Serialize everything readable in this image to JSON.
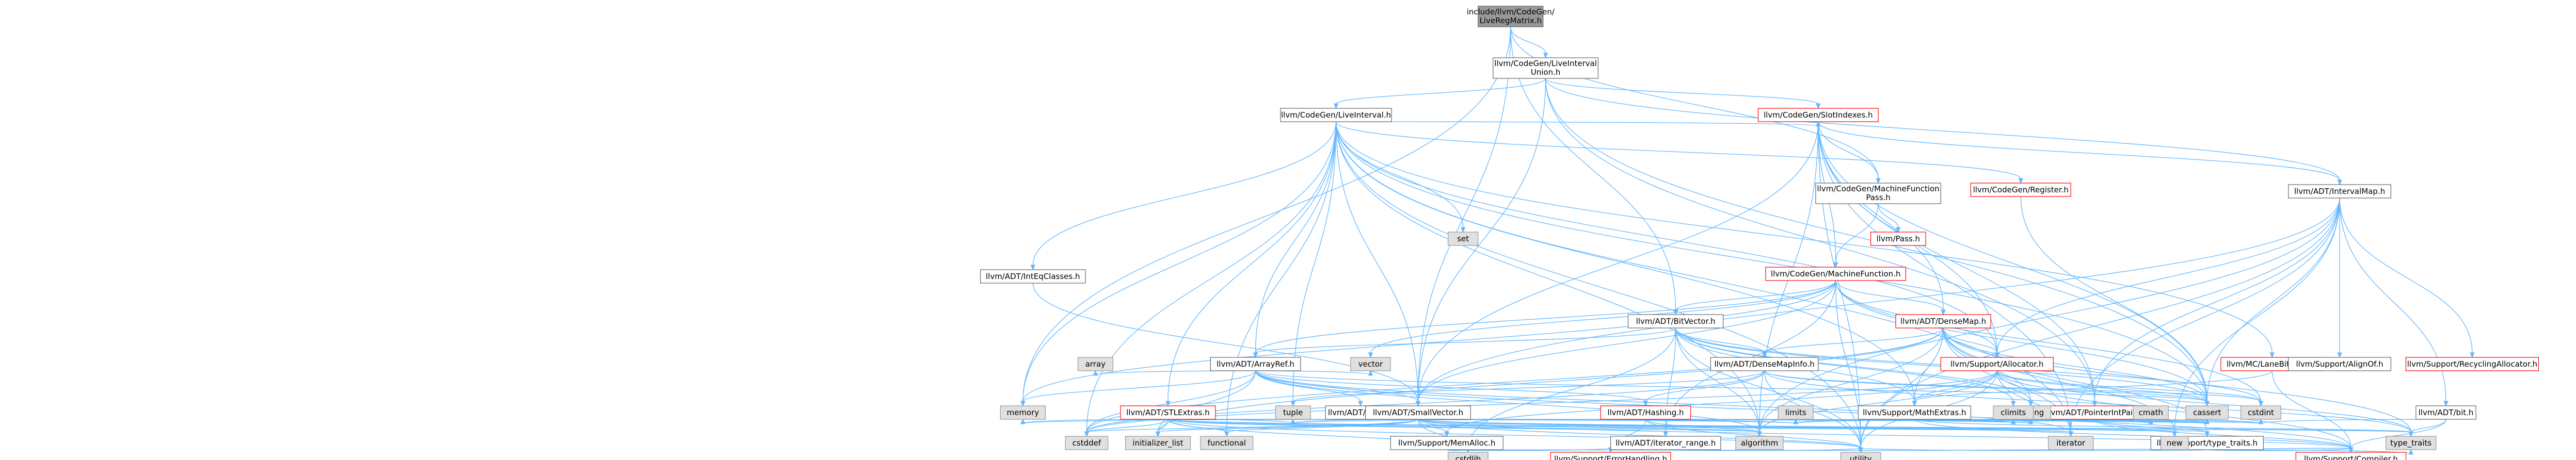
{
  "colors": {
    "root_fill": "#999999",
    "root_stroke": "#666666",
    "doc_fill": "#ffffff",
    "doc_stroke": "#666666",
    "incomplete_stroke": "#ff0000",
    "system_fill": "#e0e0e0",
    "system_stroke": "#999999",
    "edge": "#63b8ff",
    "text": "#000000"
  },
  "graph": {
    "title": "include/llvm/CodeGen/LiveRegMatrix.h dependency graph",
    "nodes": [
      {
        "id": "root",
        "label": [
          "include/llvm/CodeGen/",
          "LiveRegMatrix.h"
        ],
        "kind": "root"
      },
      {
        "id": "liu",
        "label": [
          "llvm/CodeGen/LiveInterval",
          "Union.h"
        ],
        "kind": "doc"
      },
      {
        "id": "li",
        "label": [
          "llvm/CodeGen/LiveInterval.h"
        ],
        "kind": "doc"
      },
      {
        "id": "slot",
        "label": [
          "llvm/CodeGen/SlotIndexes.h"
        ],
        "kind": "incomplete"
      },
      {
        "id": "mff",
        "label": [
          "llvm/CodeGen/MachineFunction",
          "Pass.h"
        ],
        "kind": "doc"
      },
      {
        "id": "reg",
        "label": [
          "llvm/CodeGen/Register.h"
        ],
        "kind": "incomplete"
      },
      {
        "id": "pass",
        "label": [
          "llvm/Pass.h"
        ],
        "kind": "incomplete"
      },
      {
        "id": "mf",
        "label": [
          "llvm/CodeGen/MachineFunction.h"
        ],
        "kind": "incomplete"
      },
      {
        "id": "bitvec",
        "label": [
          "llvm/ADT/BitVector.h"
        ],
        "kind": "doc"
      },
      {
        "id": "densemap",
        "label": [
          "llvm/ADT/DenseMap.h"
        ],
        "kind": "incomplete"
      },
      {
        "id": "intmap",
        "label": [
          "llvm/ADT/IntervalMap.h"
        ],
        "kind": "doc"
      },
      {
        "id": "intq",
        "label": [
          "llvm/ADT/IntEqClasses.h"
        ],
        "kind": "doc"
      },
      {
        "id": "arrayref",
        "label": [
          "llvm/ADT/ArrayRef.h"
        ],
        "kind": "doc"
      },
      {
        "id": "dmi",
        "label": [
          "llvm/ADT/DenseMapInfo.h"
        ],
        "kind": "doc"
      },
      {
        "id": "alloc",
        "label": [
          "llvm/Support/Allocator.h"
        ],
        "kind": "incomplete"
      },
      {
        "id": "lanebm",
        "label": [
          "llvm/MC/LaneBitmask.h"
        ],
        "kind": "incomplete"
      },
      {
        "id": "alignof",
        "label": [
          "llvm/Support/AlignOf.h"
        ],
        "kind": "doc"
      },
      {
        "id": "recyc",
        "label": [
          "llvm/Support/RecyclingAllocator.h"
        ],
        "kind": "incomplete"
      },
      {
        "id": "bitadt",
        "label": [
          "llvm/ADT/bit.h"
        ],
        "kind": "doc"
      },
      {
        "id": "ptrpair",
        "label": [
          "llvm/ADT/PointerIntPair.h"
        ],
        "kind": "incomplete"
      },
      {
        "id": "stlextras",
        "label": [
          "llvm/ADT/STLExtras.h"
        ],
        "kind": "incomplete"
      },
      {
        "id": "none",
        "label": [
          "llvm/ADT/None.h"
        ],
        "kind": "doc"
      },
      {
        "id": "smallvec",
        "label": [
          "llvm/ADT/SmallVector.h"
        ],
        "kind": "doc"
      },
      {
        "id": "hashing",
        "label": [
          "llvm/ADT/Hashing.h"
        ],
        "kind": "incomplete"
      },
      {
        "id": "mathext",
        "label": [
          "llvm/Support/MathExtras.h"
        ],
        "kind": "doc"
      },
      {
        "id": "memalloc",
        "label": [
          "llvm/Support/MemAlloc.h"
        ],
        "kind": "doc"
      },
      {
        "id": "iterrange",
        "label": [
          "llvm/ADT/iterator_range.h"
        ],
        "kind": "doc"
      },
      {
        "id": "typetraits",
        "label": [
          "llvm/Support/type_traits.h"
        ],
        "kind": "doc"
      },
      {
        "id": "errh",
        "label": [
          "llvm/Support/ErrorHandling.h"
        ],
        "kind": "incomplete"
      },
      {
        "id": "compiler",
        "label": [
          "llvm/Support/Compiler.h"
        ],
        "kind": "incomplete"
      },
      {
        "id": "s_set",
        "label": [
          "set"
        ],
        "kind": "system"
      },
      {
        "id": "s_memory",
        "label": [
          "memory"
        ],
        "kind": "system"
      },
      {
        "id": "s_array",
        "label": [
          "array"
        ],
        "kind": "system"
      },
      {
        "id": "s_vector",
        "label": [
          "vector"
        ],
        "kind": "system"
      },
      {
        "id": "s_cstddef",
        "label": [
          "cstddef"
        ],
        "kind": "system"
      },
      {
        "id": "s_initl",
        "label": [
          "initializer_list"
        ],
        "kind": "system"
      },
      {
        "id": "s_functional",
        "label": [
          "functional"
        ],
        "kind": "system"
      },
      {
        "id": "s_tuple",
        "label": [
          "tuple"
        ],
        "kind": "system"
      },
      {
        "id": "s_cstdlib",
        "label": [
          "cstdlib"
        ],
        "kind": "system"
      },
      {
        "id": "s_algorithm",
        "label": [
          "algorithm"
        ],
        "kind": "system"
      },
      {
        "id": "s_string",
        "label": [
          "cstring"
        ],
        "kind": "system"
      },
      {
        "id": "s_limits",
        "label": [
          "limits"
        ],
        "kind": "system"
      },
      {
        "id": "s_iterator",
        "label": [
          "iterator"
        ],
        "kind": "system"
      },
      {
        "id": "s_climits",
        "label": [
          "climits"
        ],
        "kind": "system"
      },
      {
        "id": "s_cmath",
        "label": [
          "cmath"
        ],
        "kind": "system"
      },
      {
        "id": "s_cassert",
        "label": [
          "cassert"
        ],
        "kind": "system"
      },
      {
        "id": "s_cstdint",
        "label": [
          "cstdint"
        ],
        "kind": "system"
      },
      {
        "id": "s_new",
        "label": [
          "new"
        ],
        "kind": "system"
      },
      {
        "id": "s_utility",
        "label": [
          "utility"
        ],
        "kind": "system"
      },
      {
        "id": "s_typetraits",
        "label": [
          "type_traits"
        ],
        "kind": "system"
      }
    ],
    "edges": [
      [
        "root",
        "liu"
      ],
      [
        "root",
        "bitvec"
      ],
      [
        "root",
        "s_memory"
      ],
      [
        "root",
        "mff"
      ],
      [
        "root",
        "smallvec"
      ],
      [
        "liu",
        "li"
      ],
      [
        "liu",
        "slot"
      ],
      [
        "liu",
        "intmap"
      ],
      [
        "liu",
        "smallvec"
      ],
      [
        "liu",
        "s_cassert"
      ],
      [
        "liu",
        "ptrpair"
      ],
      [
        "li",
        "intq"
      ],
      [
        "li",
        "arrayref"
      ],
      [
        "li",
        "stlextras"
      ],
      [
        "li",
        "smallvec"
      ],
      [
        "li",
        "slot"
      ],
      [
        "li",
        "reg"
      ],
      [
        "li",
        "lanebm"
      ],
      [
        "li",
        "alloc"
      ],
      [
        "li",
        "mathext"
      ],
      [
        "li",
        "s_set"
      ],
      [
        "li",
        "s_memory"
      ],
      [
        "li",
        "s_cstddef"
      ],
      [
        "li",
        "s_functional"
      ],
      [
        "li",
        "s_tuple"
      ],
      [
        "li",
        "s_algorithm"
      ],
      [
        "li",
        "s_cassert"
      ],
      [
        "li",
        "s_utility"
      ],
      [
        "li",
        "s_iterator"
      ],
      [
        "slot",
        "mff"
      ],
      [
        "slot",
        "mf"
      ],
      [
        "slot",
        "densemap"
      ],
      [
        "slot",
        "intmap"
      ],
      [
        "slot",
        "alloc"
      ],
      [
        "slot",
        "smallvec"
      ],
      [
        "slot",
        "s_algorithm"
      ],
      [
        "slot",
        "s_cassert"
      ],
      [
        "slot",
        "s_iterator"
      ],
      [
        "slot",
        "s_utility"
      ],
      [
        "slot",
        "ptrpair"
      ],
      [
        "mff",
        "pass"
      ],
      [
        "mff",
        "mf"
      ],
      [
        "reg",
        "s_cassert"
      ],
      [
        "mf",
        "bitvec"
      ],
      [
        "mf",
        "densemap"
      ],
      [
        "mf",
        "arrayref"
      ],
      [
        "mf",
        "smallvec"
      ],
      [
        "mf",
        "alloc"
      ],
      [
        "mf",
        "iterrange"
      ],
      [
        "mf",
        "s_cassert"
      ],
      [
        "mf",
        "s_cstdint"
      ],
      [
        "mf",
        "s_memory"
      ],
      [
        "mf",
        "s_utility"
      ],
      [
        "mf",
        "s_vector"
      ],
      [
        "bitvec",
        "arrayref"
      ],
      [
        "bitvec",
        "dmi"
      ],
      [
        "bitvec",
        "iterrange"
      ],
      [
        "bitvec",
        "mathext"
      ],
      [
        "bitvec",
        "s_algorithm"
      ],
      [
        "bitvec",
        "s_cassert"
      ],
      [
        "bitvec",
        "s_climits"
      ],
      [
        "bitvec",
        "s_cstdint"
      ],
      [
        "bitvec",
        "s_cstdlib"
      ],
      [
        "bitvec",
        "s_string"
      ],
      [
        "bitvec",
        "s_utility"
      ],
      [
        "densemap",
        "dmi"
      ],
      [
        "densemap",
        "alloc"
      ],
      [
        "densemap",
        "mathext"
      ],
      [
        "densemap",
        "typetraits"
      ],
      [
        "densemap",
        "s_algorithm"
      ],
      [
        "densemap",
        "s_cassert"
      ],
      [
        "densemap",
        "s_cstddef"
      ],
      [
        "densemap",
        "s_string"
      ],
      [
        "densemap",
        "s_initl"
      ],
      [
        "densemap",
        "s_iterator"
      ],
      [
        "densemap",
        "s_new"
      ],
      [
        "densemap",
        "s_typetraits"
      ],
      [
        "densemap",
        "s_utility"
      ],
      [
        "intmap",
        "ptrpair"
      ],
      [
        "intmap",
        "smallvec"
      ],
      [
        "intmap",
        "alignof"
      ],
      [
        "intmap",
        "alloc"
      ],
      [
        "intmap",
        "recyc"
      ],
      [
        "intmap",
        "bitadt"
      ],
      [
        "intmap",
        "s_algorithm"
      ],
      [
        "intmap",
        "s_cassert"
      ],
      [
        "intmap",
        "s_iterator"
      ],
      [
        "intmap",
        "s_new"
      ],
      [
        "intmap",
        "s_utility"
      ],
      [
        "intq",
        "smallvec"
      ],
      [
        "arrayref",
        "hashing"
      ],
      [
        "arrayref",
        "none"
      ],
      [
        "arrayref",
        "smallvec"
      ],
      [
        "arrayref",
        "s_array"
      ],
      [
        "arrayref",
        "s_vector"
      ],
      [
        "arrayref",
        "s_memory"
      ],
      [
        "arrayref",
        "s_algorithm"
      ],
      [
        "arrayref",
        "s_cassert"
      ],
      [
        "arrayref",
        "s_cstddef"
      ],
      [
        "arrayref",
        "s_initl"
      ],
      [
        "arrayref",
        "s_iterator"
      ],
      [
        "arrayref",
        "compiler"
      ],
      [
        "dmi",
        "hashing"
      ],
      [
        "dmi",
        "s_cassert"
      ],
      [
        "dmi",
        "s_cstddef"
      ],
      [
        "dmi",
        "s_cstdint"
      ],
      [
        "dmi",
        "s_tuple"
      ],
      [
        "dmi",
        "s_typetraits"
      ],
      [
        "dmi",
        "s_utility"
      ],
      [
        "alloc",
        "mathext"
      ],
      [
        "alloc",
        "memalloc"
      ],
      [
        "alloc",
        "s_algorithm"
      ],
      [
        "alloc",
        "s_cassert"
      ],
      [
        "alloc",
        "s_cstddef"
      ],
      [
        "alloc",
        "s_cstdint"
      ],
      [
        "alloc",
        "s_iterator"
      ],
      [
        "alloc",
        "s_typetraits"
      ],
      [
        "alloc",
        "s_utility"
      ],
      [
        "alloc",
        "compiler"
      ],
      [
        "lanebm",
        "mathext"
      ],
      [
        "lanebm",
        "compiler"
      ],
      [
        "bitadt",
        "compiler"
      ],
      [
        "bitadt",
        "s_cstdint"
      ],
      [
        "bitadt",
        "s_typetraits"
      ],
      [
        "ptrpair",
        "typetraits"
      ],
      [
        "ptrpair",
        "s_cassert"
      ],
      [
        "ptrpair",
        "s_cstdint"
      ],
      [
        "ptrpair",
        "s_limits"
      ],
      [
        "ptrpair",
        "compiler"
      ],
      [
        "stlextras",
        "iterrange"
      ],
      [
        "stlextras",
        "s_algorithm"
      ],
      [
        "stlextras",
        "s_cassert"
      ],
      [
        "stlextras",
        "s_cstddef"
      ],
      [
        "stlextras",
        "s_cstdint"
      ],
      [
        "stlextras",
        "s_cstdlib"
      ],
      [
        "stlextras",
        "s_functional"
      ],
      [
        "stlextras",
        "s_initl"
      ],
      [
        "stlextras",
        "s_iterator"
      ],
      [
        "stlextras",
        "s_limits"
      ],
      [
        "stlextras",
        "s_memory"
      ],
      [
        "stlextras",
        "s_tuple"
      ],
      [
        "stlextras",
        "s_utility"
      ],
      [
        "stlextras",
        "s_typetraits"
      ],
      [
        "smallvec",
        "compiler"
      ],
      [
        "smallvec",
        "memalloc"
      ],
      [
        "smallvec",
        "typetraits"
      ],
      [
        "smallvec",
        "s_algorithm"
      ],
      [
        "smallvec",
        "s_cassert"
      ],
      [
        "smallvec",
        "s_cstddef"
      ],
      [
        "smallvec",
        "s_cstdlib"
      ],
      [
        "smallvec",
        "s_string"
      ],
      [
        "smallvec",
        "s_functional"
      ],
      [
        "smallvec",
        "s_initl"
      ],
      [
        "smallvec",
        "s_iterator"
      ],
      [
        "smallvec",
        "s_limits"
      ],
      [
        "smallvec",
        "s_memory"
      ],
      [
        "smallvec",
        "s_new"
      ],
      [
        "smallvec",
        "s_typetraits"
      ],
      [
        "smallvec",
        "s_utility"
      ],
      [
        "smallvec",
        "s_tuple"
      ],
      [
        "hashing",
        "errh"
      ],
      [
        "hashing",
        "s_algorithm"
      ],
      [
        "hashing",
        "s_cassert"
      ],
      [
        "hashing",
        "s_string"
      ],
      [
        "hashing",
        "s_tuple"
      ],
      [
        "hashing",
        "s_utility"
      ],
      [
        "mathext",
        "compiler"
      ],
      [
        "mathext",
        "s_cassert"
      ],
      [
        "mathext",
        "s_climits"
      ],
      [
        "mathext",
        "s_cmath"
      ],
      [
        "mathext",
        "s_cstdint"
      ],
      [
        "mathext",
        "s_cstring"
      ],
      [
        "mathext",
        "s_limits"
      ],
      [
        "mathext",
        "s_typetraits"
      ],
      [
        "memalloc",
        "compiler"
      ],
      [
        "memalloc",
        "errh"
      ],
      [
        "memalloc",
        "s_cstdlib"
      ],
      [
        "iterrange",
        "s_utility"
      ],
      [
        "typetraits",
        "compiler"
      ],
      [
        "typetraits",
        "s_typetraits"
      ],
      [
        "typetraits",
        "s_utility"
      ],
      [
        "errh",
        "compiler"
      ]
    ]
  }
}
